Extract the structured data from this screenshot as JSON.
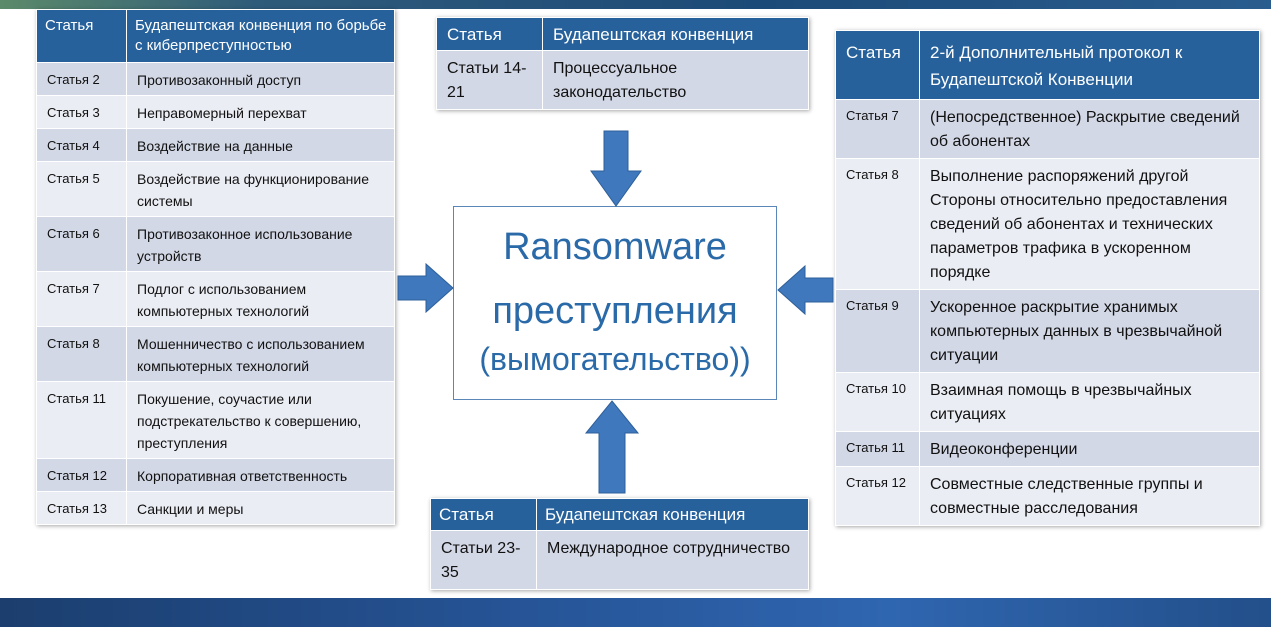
{
  "left_table": {
    "header": [
      "Статья",
      "Будапештская конвенция по борьбе с киберпреступностью"
    ],
    "rows": [
      [
        "Статья 2",
        "Противозаконный доступ"
      ],
      [
        "Статья 3",
        "Неправомерный перехват"
      ],
      [
        "Статья 4",
        "Воздействие на данные"
      ],
      [
        "Статья 5",
        "Воздействие на функционирование системы"
      ],
      [
        "Статья 6",
        "Противозаконное использование устройств"
      ],
      [
        "Статья 7",
        "Подлог с использованием компьютерных технологий"
      ],
      [
        "Статья 8",
        "Мошенничество с использованием компьютерных технологий"
      ],
      [
        "Статья 11",
        "Покушение, соучастие или подстрекательство к совершению, преступления"
      ],
      [
        "Статья 12",
        "Корпоративная ответственность"
      ],
      [
        "Статья 13",
        "Санкции и меры"
      ]
    ]
  },
  "top_table": {
    "header": [
      "Статья",
      "Будапештская конвенция"
    ],
    "rows": [
      [
        "Статьи 14-21",
        "Процессуальное законодательство"
      ]
    ]
  },
  "bottom_table": {
    "header": [
      "Статья",
      "Будапештская конвенция"
    ],
    "rows": [
      [
        "Статьи 23-35",
        "Международное сотрудничество"
      ]
    ]
  },
  "right_table": {
    "header": [
      "Статья",
      "2-й Дополнительный протокол к Будапештской Конвенции"
    ],
    "rows": [
      [
        "Статья 7",
        "(Непосредственное) Раскрытие сведений об абонентах"
      ],
      [
        "Статья 8",
        "Выполнение распоряжений другой Стороны относительно предоставления сведений об абонентах и технических параметров трафика в ускоренном порядке"
      ],
      [
        "Статья 9",
        "Ускоренное раскрытие хранимых компьютерных данных в чрезвычайной ситуации"
      ],
      [
        "Статья 10",
        "Взаимная помощь в чрезвычайных ситуациях"
      ],
      [
        "Статья 11",
        "Видеоконференции"
      ],
      [
        "Статья 12",
        "Совместные следственные группы и совместные расследования"
      ]
    ]
  },
  "center": {
    "line1": "Ransomware",
    "line2": "преступления",
    "line3": "(вымогательство))"
  },
  "colors": {
    "header_fill": "#26619c",
    "row_dark": "#d3d8e6",
    "row_light": "#ebedf4",
    "arrow_fill": "#3f78bd",
    "center_text": "#2a6aa8"
  },
  "icons": [
    "arrow-down",
    "arrow-up",
    "arrow-right",
    "arrow-left"
  ]
}
